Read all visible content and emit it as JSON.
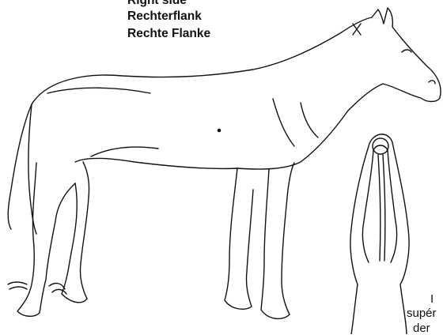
{
  "labels": {
    "line1": "Right side",
    "line2": "Rechterflank",
    "line3": "Rechte Flanke"
  },
  "cutoff_text": {
    "letter": "I",
    "line_fr": "supér",
    "line_de": "der"
  },
  "colors": {
    "ink": "#111111",
    "background": "#ffffff"
  }
}
